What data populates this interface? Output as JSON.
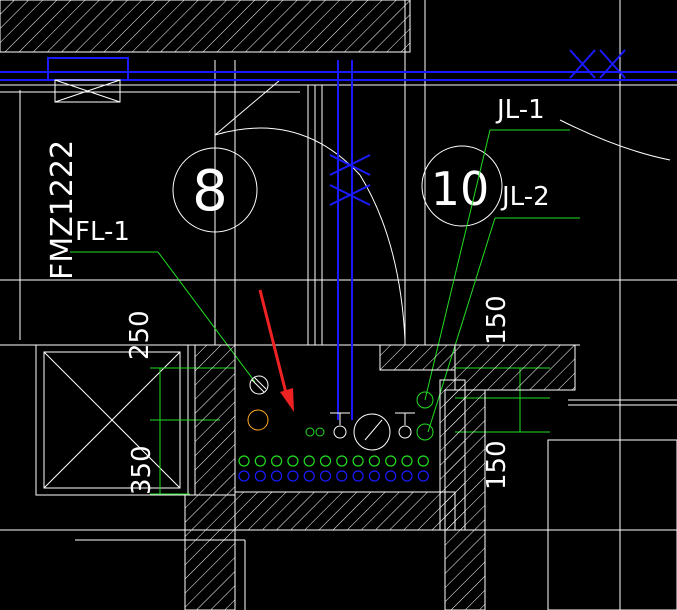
{
  "drawing": {
    "door_code": "FMZ1222",
    "rooms": {
      "left": "8",
      "right": "10"
    },
    "pipes": {
      "floor_drain": "FL-1",
      "riser_1": "JL-1",
      "riser_2": "JL-2"
    },
    "dims": {
      "top_left": "250",
      "bottom_left": "350",
      "top_right": "150",
      "bottom_right": "150"
    }
  },
  "colors": {
    "background": "#000000",
    "linework": "#ffffff",
    "water_pipe": "#1a1aff",
    "leader_line": "#22dd22",
    "arrow": "#ee2222",
    "drain_marker": "#ffaa22"
  }
}
